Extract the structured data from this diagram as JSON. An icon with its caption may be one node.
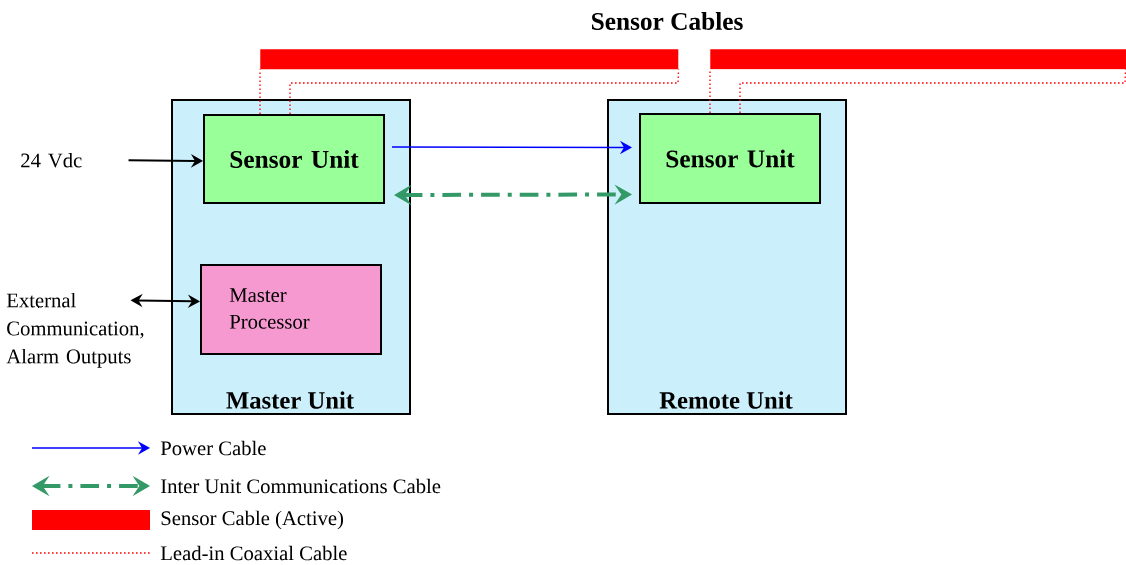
{
  "diagram": {
    "nodes": [
      {
        "text": [
          "Master Unit"
        ]
      },
      {
        "text": [
          "Sensor Unit"
        ],
        "in": 0
      },
      {
        "text": [
          "Master Processor"
        ],
        "in": 0
      },
      {
        "text": [
          "Remote Unit"
        ]
      },
      {
        "text": [
          "Sensor Unit"
        ],
        "in": 3
      },
      {
        "text": [
          "24 Vdc"
        ]
      },
      {
        "text": [
          "External Communication, Alarm Outputs"
        ]
      },
      {
        "text": [],
        "shape": "bar"
      },
      {
        "text": [],
        "shape": "bar"
      }
    ],
    "edges": [
      {
        "from": 5,
        "to": 1,
        "arrow": "to",
        "color": "#000000"
      },
      {
        "from": 6,
        "to": 2,
        "arrow": "both",
        "color": "#000000"
      },
      {
        "from": 1,
        "to": 4,
        "arrow": "to",
        "color": "#0000ff"
      },
      {
        "from": 1,
        "to": 4,
        "arrow": "both",
        "style": "dashed",
        "color": "#339966"
      },
      {
        "from": 1,
        "to": 7,
        "arrow": "none",
        "style": "dashed",
        "color": "#ff0000"
      },
      {
        "from": 1,
        "to": 7,
        "arrow": "none",
        "style": "dashed",
        "color": "#ff0000"
      },
      {
        "from": 4,
        "to": 8,
        "arrow": "none",
        "style": "dashed",
        "color": "#ff0000"
      },
      {
        "from": 4,
        "to": 8,
        "arrow": "none",
        "style": "dashed",
        "color": "#ff0000"
      }
    ],
    "labels": [
      "Sensor Cables"
    ],
    "legend": [
      {
        "text": "Power Cable"
      },
      {
        "text": "Inter Unit Communications Cable"
      },
      {
        "text": "Sensor Cable (Active)",
        "color": "#ff0000"
      },
      {
        "text": "Lead-in Coaxial Cable"
      }
    ]
  }
}
